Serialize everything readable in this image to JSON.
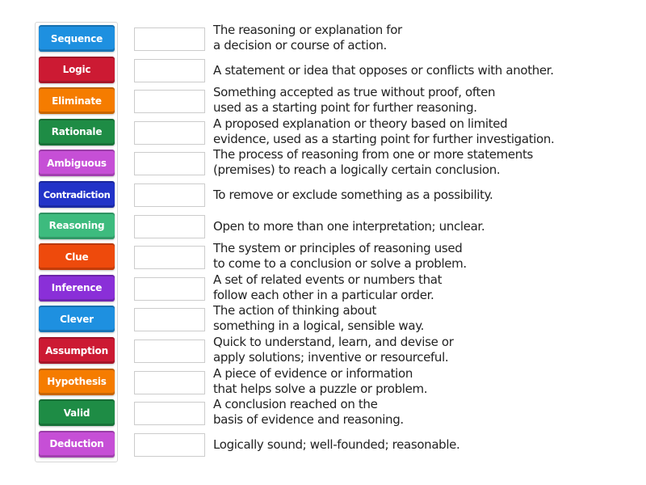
{
  "tiles": [
    {
      "label": "Sequence",
      "color": "#1e90e0"
    },
    {
      "label": "Logic",
      "color": "#cc1a33"
    },
    {
      "label": "Eliminate",
      "color": "#f57c00"
    },
    {
      "label": "Rationale",
      "color": "#1e8c45"
    },
    {
      "label": "Ambiguous",
      "color": "#c64fd6"
    },
    {
      "label": "Contradiction",
      "color": "#2233c8"
    },
    {
      "label": "Reasoning",
      "color": "#3dbb7e"
    },
    {
      "label": "Clue",
      "color": "#ee4a0c"
    },
    {
      "label": "Inference",
      "color": "#8a2fd8"
    },
    {
      "label": "Clever",
      "color": "#1e90e0"
    },
    {
      "label": "Assumption",
      "color": "#cc1a33"
    },
    {
      "label": "Hypothesis",
      "color": "#f57c00"
    },
    {
      "label": "Valid",
      "color": "#1e8c45"
    },
    {
      "label": "Deduction",
      "color": "#c64fd6"
    }
  ],
  "definitions": [
    {
      "line1": "The reasoning or explanation for",
      "line2": "a decision or course of action."
    },
    {
      "line1": "A statement or idea that opposes or conflicts with another.",
      "line2": ""
    },
    {
      "line1": "Something accepted as true without proof, often",
      "line2": "used as a starting point for further reasoning."
    },
    {
      "line1": "A proposed explanation or theory based on limited",
      "line2": "evidence, used as a starting point for further investigation."
    },
    {
      "line1": "The process of reasoning from one or more statements",
      "line2": "(premises) to reach a logically certain conclusion."
    },
    {
      "line1": "To remove or exclude something as a possibility.",
      "line2": ""
    },
    {
      "line1": "Open to more than one interpretation; unclear.",
      "line2": ""
    },
    {
      "line1": "The system or principles of reasoning used",
      "line2": "to come to a conclusion or solve a problem."
    },
    {
      "line1": "A set of related events or numbers that",
      "line2": "follow each other in a particular order."
    },
    {
      "line1": "The action of thinking about",
      "line2": "something in a logical, sensible way."
    },
    {
      "line1": "Quick to understand, learn, and devise or",
      "line2": "apply solutions; inventive or resourceful."
    },
    {
      "line1": "A piece of evidence or information",
      "line2": "that helps solve a puzzle or problem."
    },
    {
      "line1": "A conclusion reached on the",
      "line2": "basis of evidence and reasoning."
    },
    {
      "line1": "Logically sound; well-founded; reasonable.",
      "line2": ""
    }
  ]
}
